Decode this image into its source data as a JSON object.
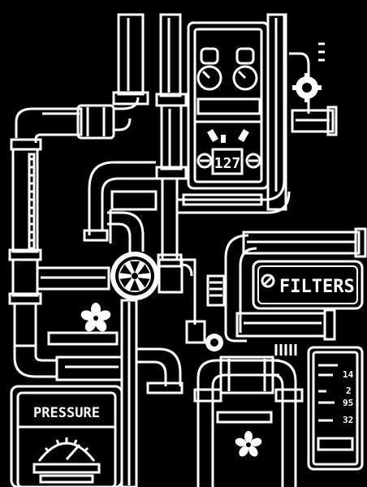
{
  "colors": {
    "background": "#000000",
    "foreground": "#ffffff"
  },
  "labels": {
    "display_value": "127",
    "filters": "FILTERS",
    "pressure": "PRESSURE",
    "readouts": [
      "14",
      "2",
      "95",
      "32"
    ]
  },
  "icons": [
    "gear-icon",
    "valve-wheel-icon",
    "flower-valve-icon",
    "pressure-gauge-icon",
    "screw-head-icon"
  ]
}
